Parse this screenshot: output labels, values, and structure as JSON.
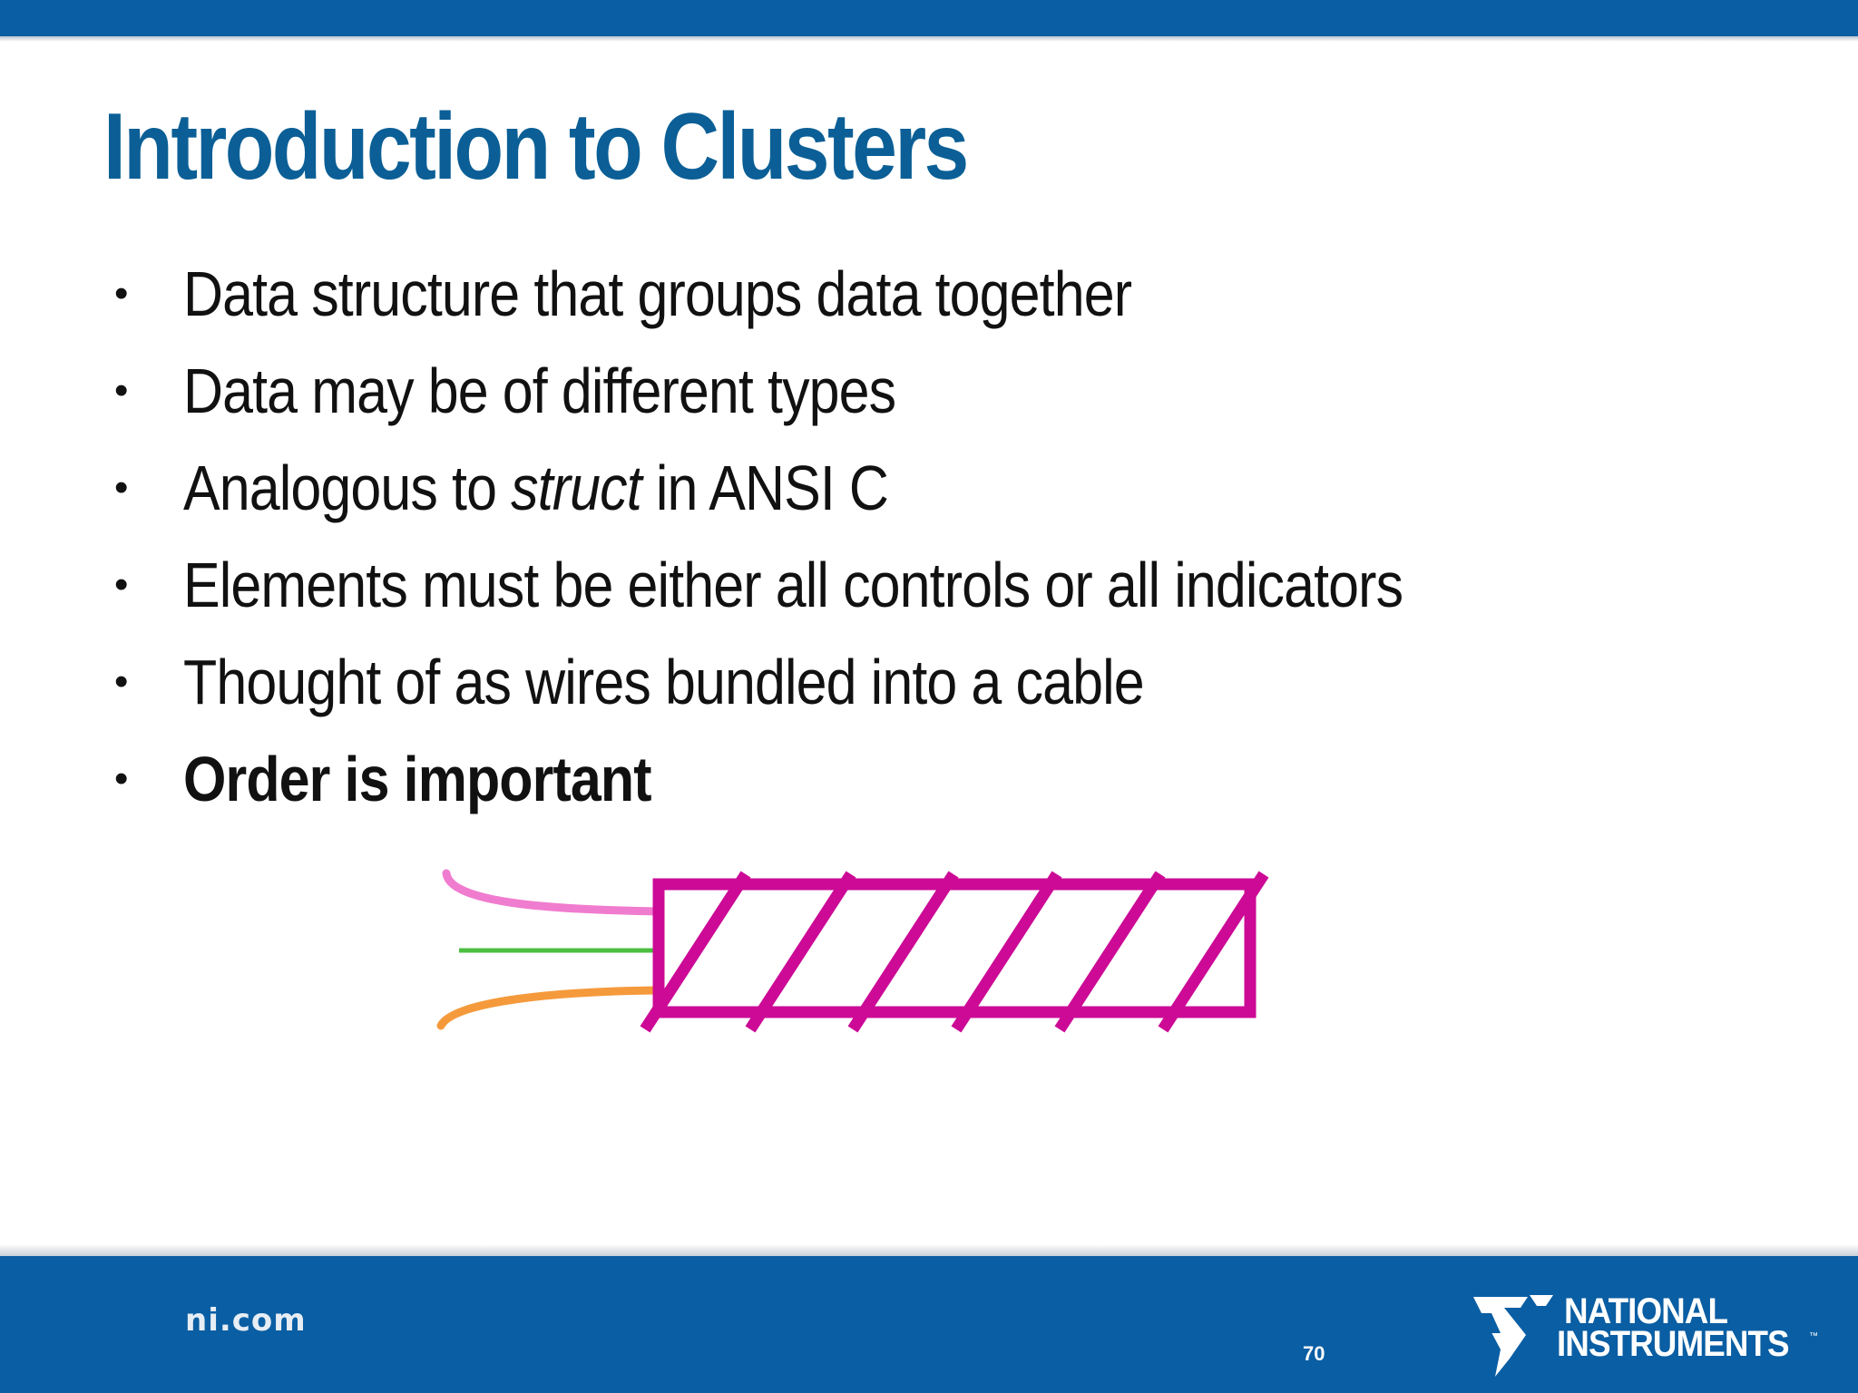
{
  "slide": {
    "title": "Introduction to Clusters",
    "bullets": [
      {
        "text": "Data structure that groups data together"
      },
      {
        "text": "Data may be of different types"
      },
      {
        "pre": "Analogous to ",
        "italic": "struct",
        "post": " in ANSI C"
      },
      {
        "text": "Elements must be either all controls or all indicators"
      },
      {
        "text": "Thought of as wires bundled into a cable"
      },
      {
        "text": "Order is important",
        "bold": true
      }
    ],
    "bullet_glyph": "•"
  },
  "diagram": {
    "wire_colors": [
      "#f07ccf",
      "#4cbf40",
      "#f59a3c"
    ],
    "cable_color": "#cc0a96"
  },
  "footer": {
    "site": "ni.com",
    "page_number": "70",
    "logo_line1": "NATIONAL",
    "logo_line2": "INSTRUMENTS",
    "logo_tm": "™"
  },
  "colors": {
    "bar": "#0a5ea3",
    "title": "#0b5f96"
  }
}
